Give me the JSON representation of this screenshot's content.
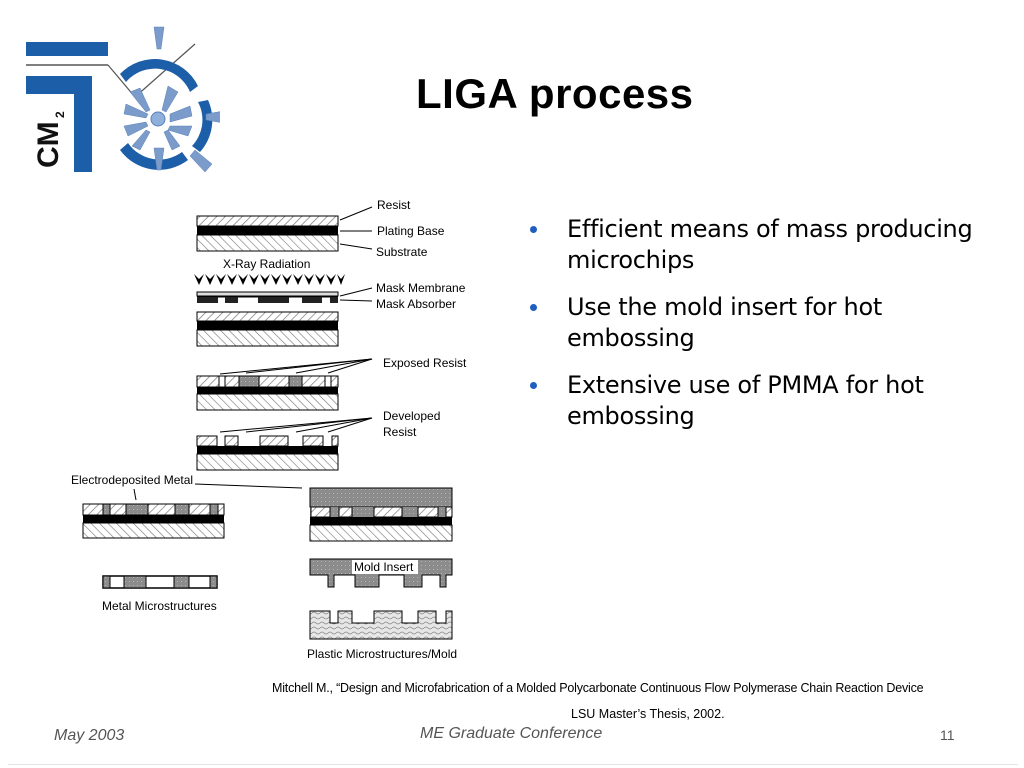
{
  "slide": {
    "title": "LIGA process",
    "logo": {
      "name": "CM2 logo",
      "text": "CM",
      "superscript": "2",
      "colors": {
        "primary": "#1c5ea8",
        "light": "#7b9ccb"
      }
    },
    "bullets": [
      {
        "text": "Efficient means of mass producing microchips"
      },
      {
        "text": "Use  the mold insert for hot embossing"
      },
      {
        "text": "Extensive use of PMMA for hot embossing"
      }
    ],
    "bullet_color": "#1f5fbf",
    "diagram": {
      "labels": {
        "resist": "Resist",
        "plating_base": "Plating Base",
        "substrate": "Substrate",
        "xray": "X-Ray Radiation",
        "mask_membrane": "Mask Membrane",
        "mask_absorber": "Mask Absorber",
        "exposed_resist": "Exposed Resist",
        "developed_resist_1": "Developed",
        "developed_resist_2": "Resist",
        "electrodeposited_metal": "Electrodeposited Metal",
        "mold_insert": "Mold Insert",
        "metal_microstructures": "Metal Microstructures",
        "plastic_microstructures": "Plastic Microstructures/Mold"
      }
    },
    "citation": {
      "line1": "Mitchell M., “Design and Microfabrication of a Molded Polycarbonate Continuous Flow Polymerase Chain Reaction Device",
      "line2": "LSU Master’s Thesis, 2002."
    },
    "footer": {
      "date": "May 2003",
      "conference": "ME Graduate Conference",
      "page_number": "11"
    }
  }
}
